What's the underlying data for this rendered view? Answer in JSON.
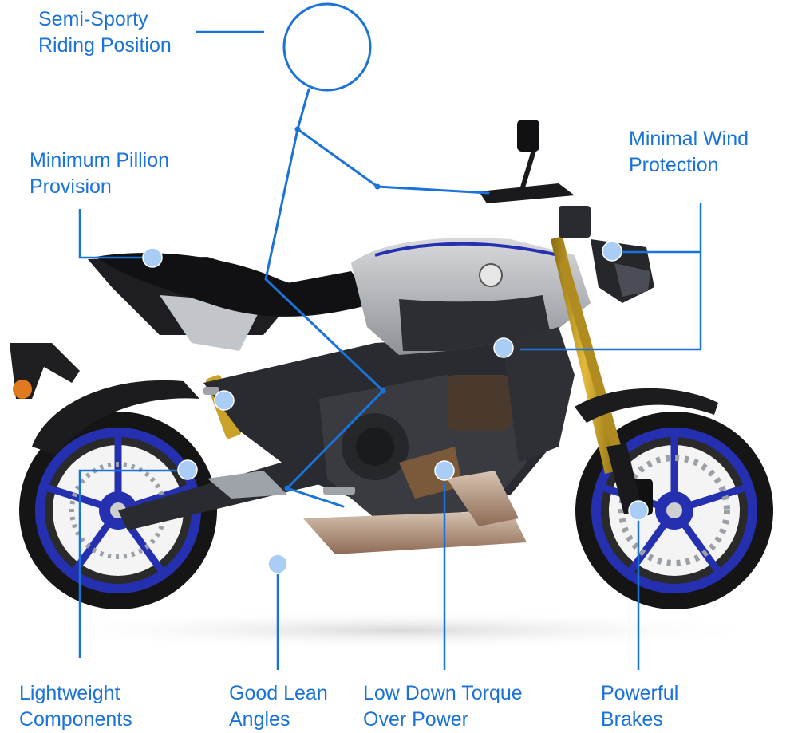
{
  "colors": {
    "accent": "#1a73d9",
    "dot_fill": "#a9cdf5",
    "wheel_rim": "#2430b0",
    "tyre": "#151515",
    "fork": "#c9a227",
    "tank": "#b9bcc1",
    "frame": "#2a2b30"
  },
  "labels": {
    "riding_position": [
      "Semi-Sporty",
      "Riding Position"
    ],
    "pillion": [
      "Minimum Pillion",
      "Provision"
    ],
    "wind": [
      "Minimal Wind",
      "Protection"
    ],
    "lightweight": [
      "Lightweight",
      "Components"
    ],
    "lean": [
      "Good Lean",
      "Angles"
    ],
    "torque": [
      "Low Down Torque",
      "Over Power"
    ],
    "brakes": [
      "Powerful",
      "Brakes"
    ]
  },
  "icons": [
    "motorcycle-illustration",
    "rider-stick-figure",
    "callout-dot"
  ]
}
